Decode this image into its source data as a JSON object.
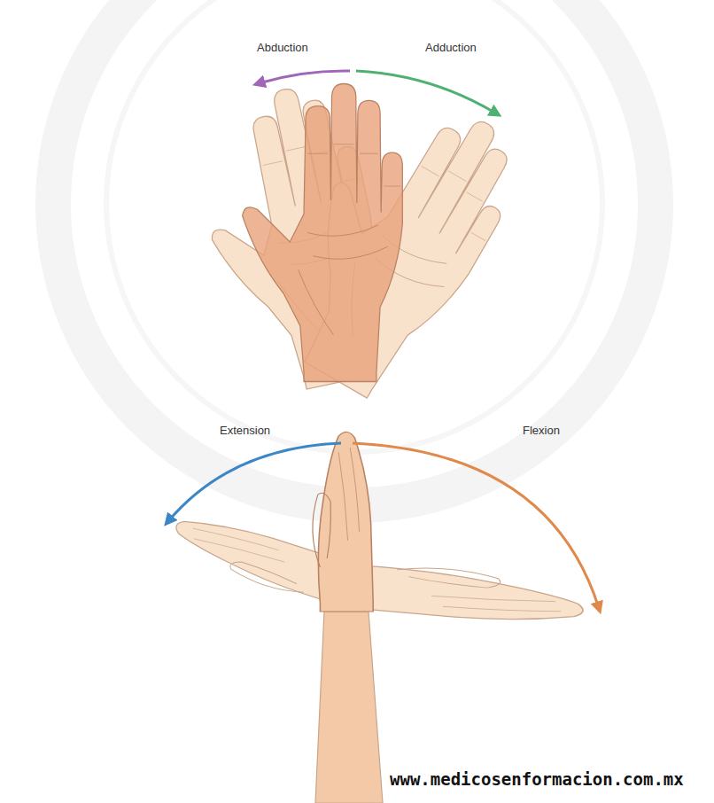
{
  "diagram": {
    "labels": [
      "Abduction",
      "Adduction",
      "Extension",
      "Flexion",
      "www.medicosenformacion.com.mx"
    ]
  }
}
